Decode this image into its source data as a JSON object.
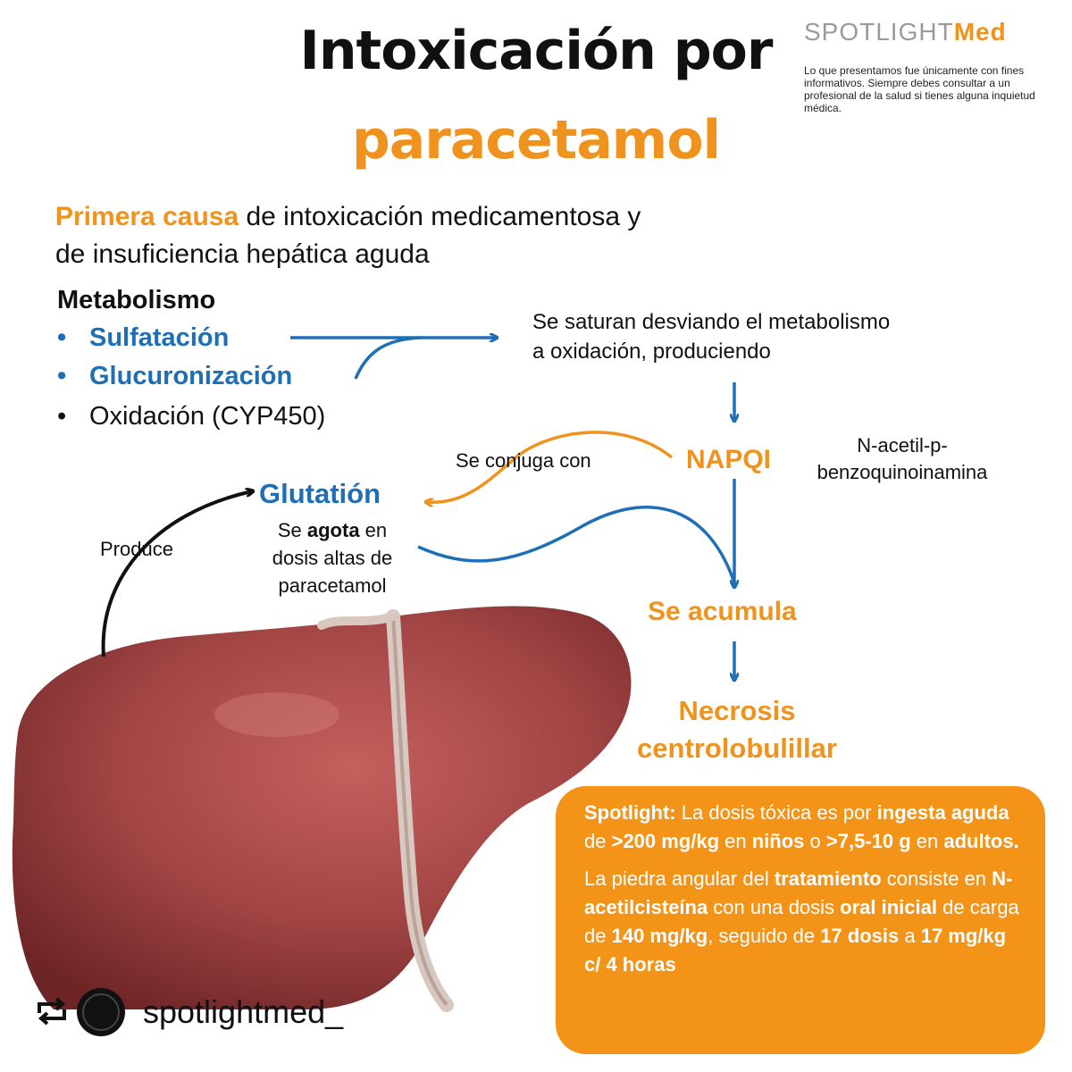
{
  "title": {
    "line1": "Intoxicación por",
    "line2": "paracetamol"
  },
  "brand": {
    "part1": "SPOTLIGHT",
    "part2": "Med",
    "disclaimer": "Lo que presentamos fue únicamente con fines informativos. Siempre debes consultar a un profesional de la salud si tienes alguna inquietud médica."
  },
  "intro": {
    "highlight": "Primera causa",
    "rest_line1": " de intoxicación medicamentosa y",
    "line2": "de insuficiencia hepática aguda"
  },
  "metabolism": {
    "title": "Metabolismo",
    "bullet": "•",
    "items": [
      "Sulfatación",
      "Glucuronización",
      "Oxidación (CYP450)"
    ]
  },
  "flow": {
    "saturate_line1": "Se saturan desviando el metabolismo",
    "saturate_line2": "a oxidación, produciendo",
    "napqi": "NAPQI",
    "napqi_full_line1": "N-acetil-p-",
    "napqi_full_line2": "benzoquinoinamina",
    "conjugates": "Se conjuga con",
    "glutathione": "Glutatión",
    "depletes_pre": "Se ",
    "depletes_bold": "agota",
    "depletes_post": " en",
    "depletes_line2": "dosis altas de",
    "depletes_line3": "paracetamol",
    "produces": "Produce",
    "accumulates": "Se acumula",
    "necrosis_line1": "Necrosis",
    "necrosis_line2": "centrolobulillar"
  },
  "spotlight": {
    "p1": {
      "label": "Spotlight:",
      "t1": " La dosis tóxica es por ",
      "b1": "ingesta aguda",
      "t2": " de ",
      "b2": ">200 mg/kg",
      "t3": " en ",
      "b3": "niños",
      "t4": " o ",
      "b4": ">7,5-10 g",
      "t5": " en ",
      "b5": "adultos."
    },
    "p2": {
      "t1": "La piedra angular del ",
      "b1": "tratamiento",
      "t2": " consiste en ",
      "b2": "N-acetilcisteína",
      "t3": " con una dosis ",
      "b3": "oral inicial",
      "t4": " de carga de ",
      "b4": "140 mg/kg",
      "t5": ", seguido de ",
      "b5": "17 dosis",
      "t6": " a ",
      "b6": "17 mg/kg c/ 4 horas"
    }
  },
  "footer": {
    "username": "spotlightmed_"
  },
  "colors": {
    "orange": "#f0931e",
    "blue": "#1e6fb5",
    "liver": "#9b3a3a",
    "box": "#f39419"
  },
  "icons": {
    "repost": "repost-icon",
    "avatar": "avatar"
  }
}
